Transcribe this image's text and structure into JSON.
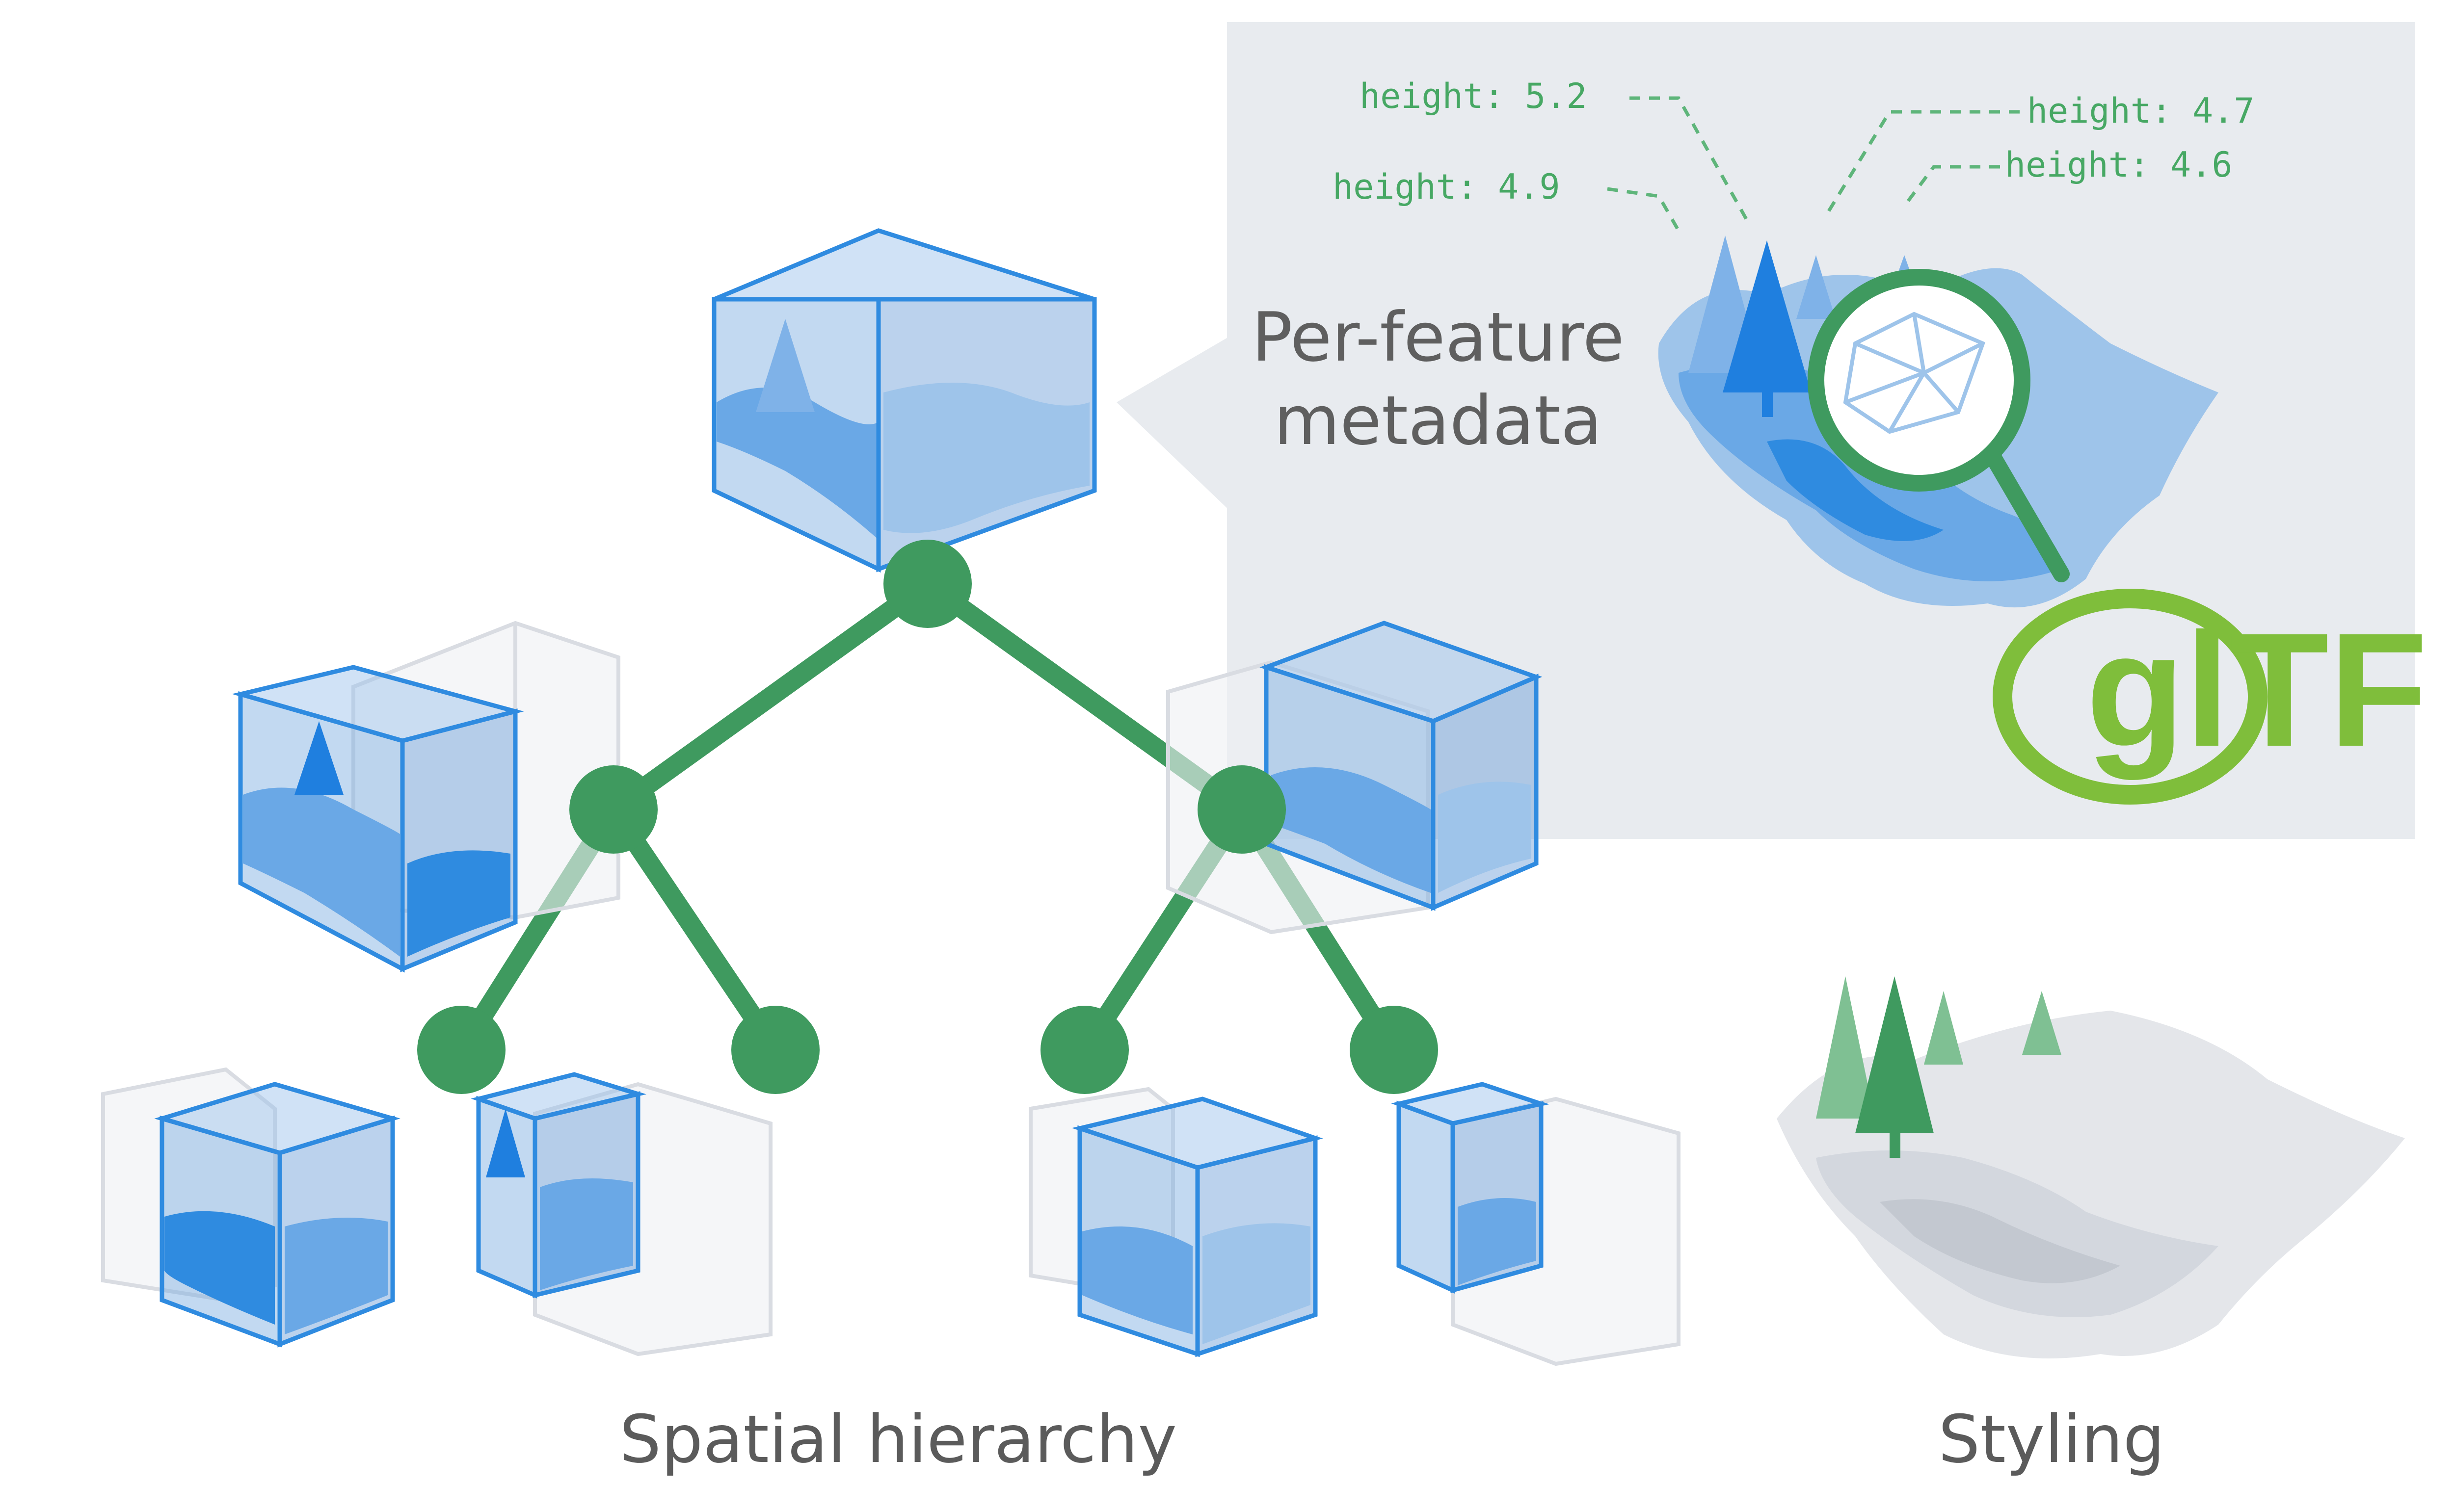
{
  "callout": {
    "title_line1": "Per-feature",
    "title_line2": "metadata",
    "heights": {
      "a": "height: 5.2",
      "b": "height: 4.9",
      "c": "height: 4.7",
      "d": "height: 4.6"
    }
  },
  "logo": {
    "text": "glTF",
    "tm": "™"
  },
  "captions": {
    "hierarchy": "Spatial hierarchy",
    "styling": "Styling"
  },
  "colors": {
    "tree_green": "#3f9a5f",
    "cube_blue": "#2f8be0",
    "panel_gray": "#e8ebef",
    "gltf_green": "#7fbe3b",
    "label_green": "#47a864"
  }
}
